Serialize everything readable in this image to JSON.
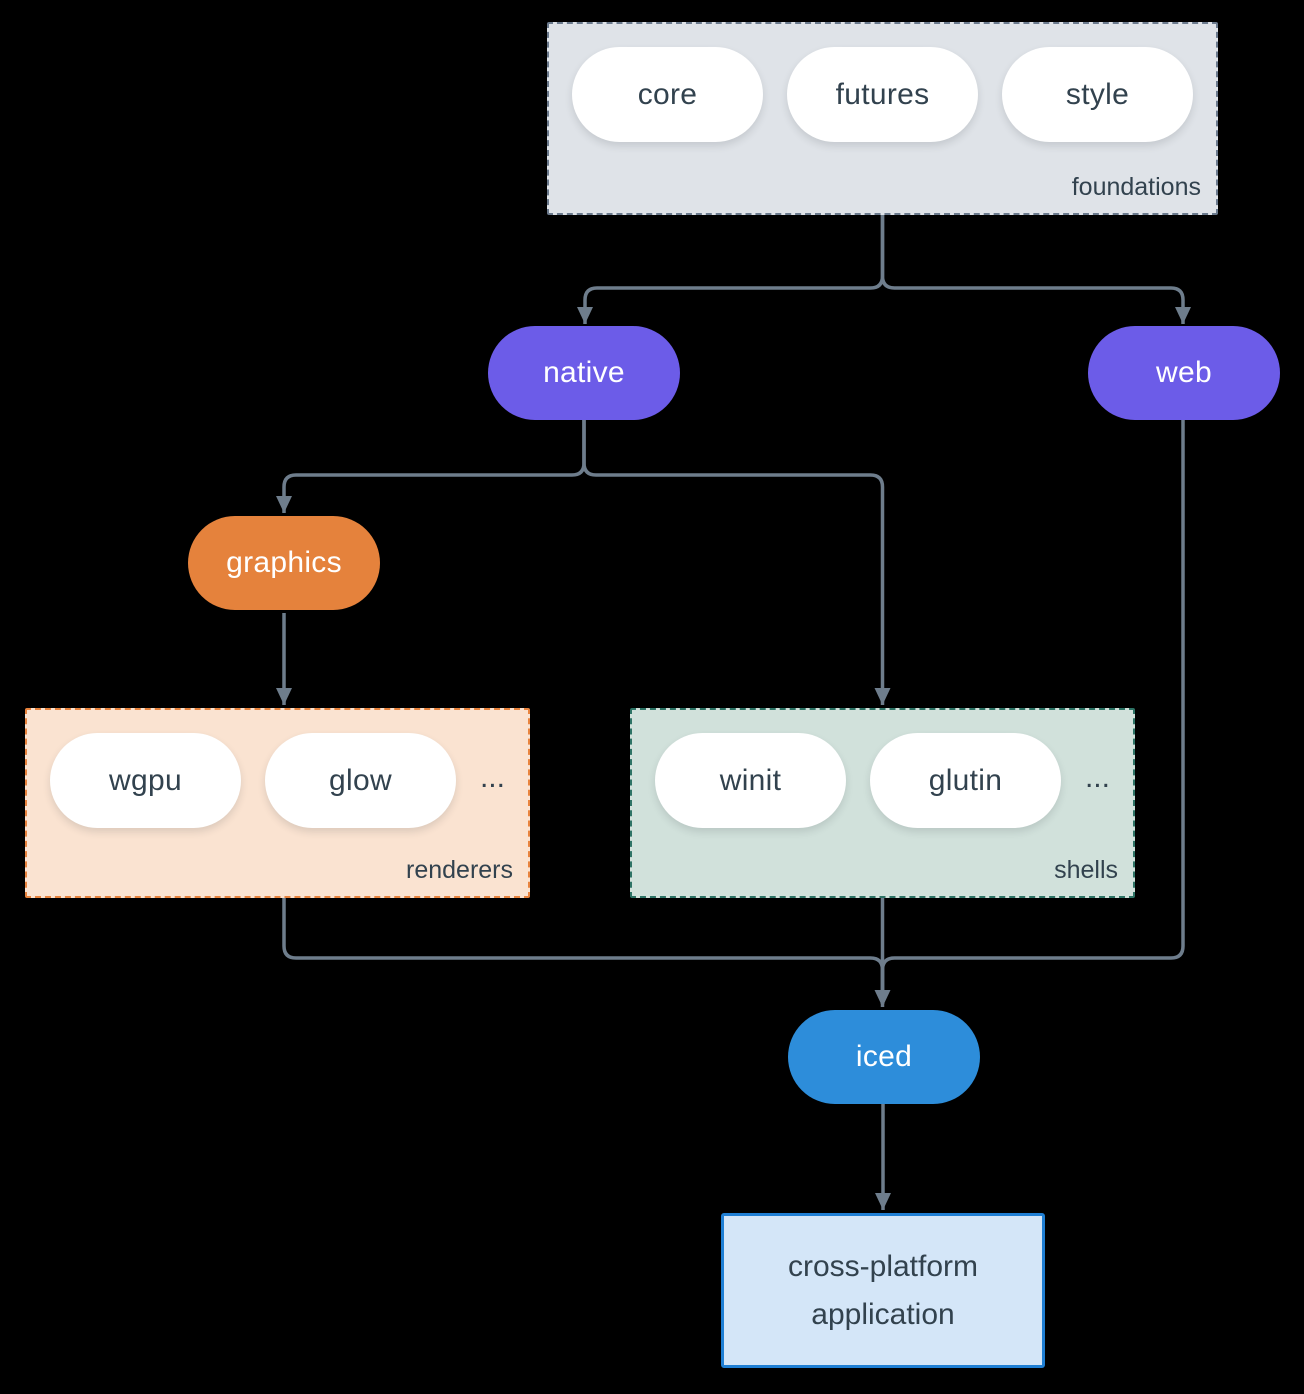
{
  "colors": {
    "background": "#000000",
    "connector": "#6e7d8c",
    "text_dark": "#32424e",
    "node_text_light": "#ffffff",
    "pill_bg": "#ffffff",
    "purple": "#6c5ce8",
    "orange": "#e5823c",
    "blue": "#2d8dda",
    "foundations_bg": "#dfe3e8",
    "foundations_border": "#6b7a8d",
    "renderers_bg": "#fae3d1",
    "renderers_border": "#e8833d",
    "shells_bg": "#d1e1db",
    "shells_border": "#2d7365",
    "app_bg": "#d4e6f8",
    "app_border": "#1f7fd4"
  },
  "groups": {
    "foundations": {
      "label": "foundations",
      "pills": [
        "core",
        "futures",
        "style"
      ]
    },
    "renderers": {
      "label": "renderers",
      "pills": [
        "wgpu",
        "glow"
      ],
      "ellipsis": "..."
    },
    "shells": {
      "label": "shells",
      "pills": [
        "winit",
        "glutin"
      ],
      "ellipsis": "..."
    }
  },
  "nodes": {
    "native": "native",
    "web": "web",
    "graphics": "graphics",
    "iced": "iced",
    "application": {
      "line1": "cross-platform",
      "line2": "application"
    }
  }
}
